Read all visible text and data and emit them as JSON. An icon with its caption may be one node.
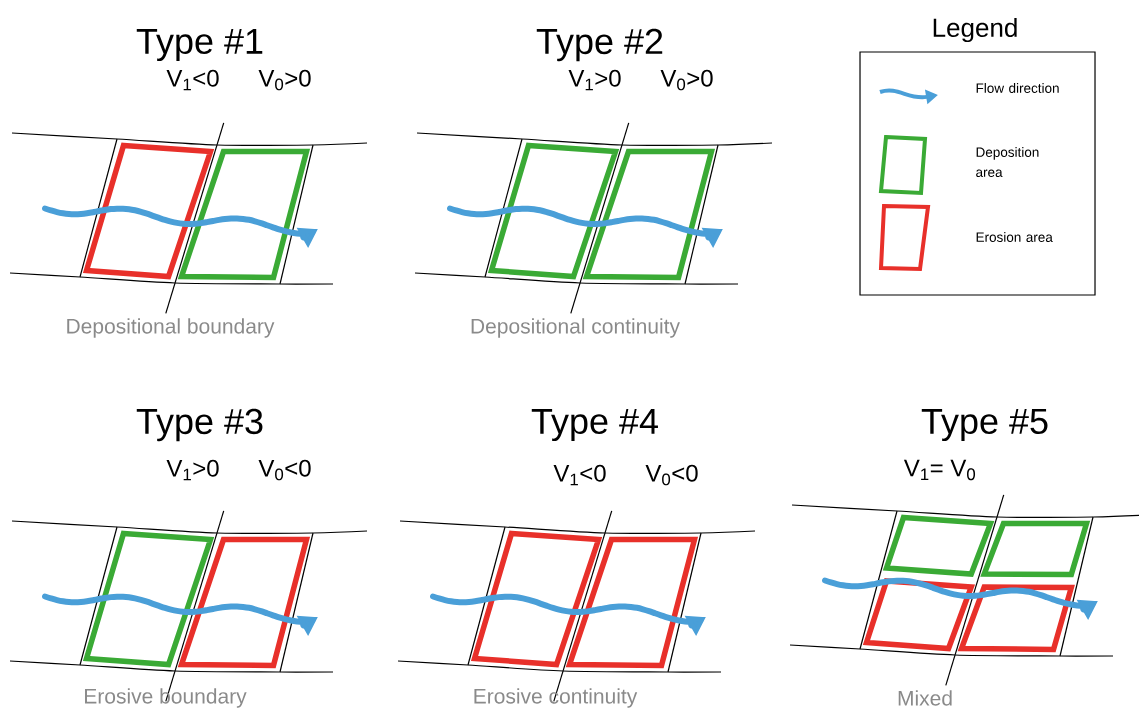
{
  "diagram": {
    "labels": [
      "Type #1",
      "Type #2",
      "Legend",
      "V$_{1}$<0",
      "V$_{0}$>0",
      "V$_{1}$>0",
      "V$_{0}$>0",
      "Depositional boundary",
      "Depositional continuity",
      "Type #3",
      "Type #4",
      "Type #5",
      "V$_{1}$>0",
      "V$_{0}$<0",
      "V$_{1}$<0",
      "V$_{0}$<0",
      "V$_{1}$= V$_{0}$",
      "Erosive boundary",
      "Erosive continuity",
      "Mixed"
    ],
    "legend": [
      {
        "text": "Flow direction"
      },
      {
        "text": "Deposition area",
        "color": "#3aaa35"
      },
      {
        "text": "Erosion area",
        "color": "#e8302a"
      }
    ]
  }
}
